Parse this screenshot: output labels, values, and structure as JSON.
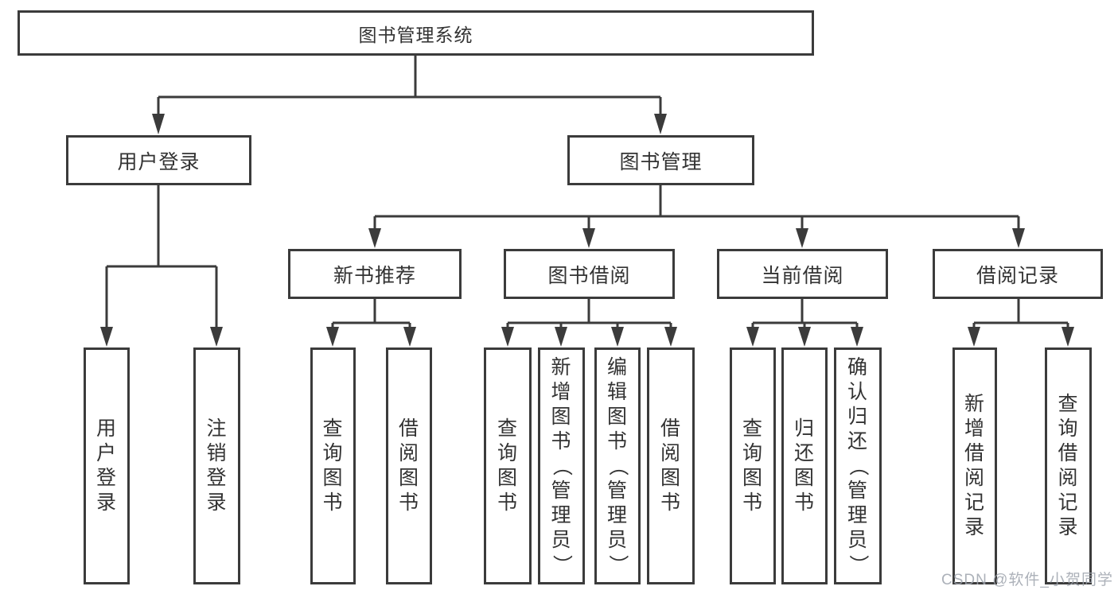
{
  "diagram": {
    "watermark": "CSDN @软件_小贺同学",
    "colors": {
      "line": "#3b3b3b",
      "text": "#333333",
      "box_fill": "#ffffff",
      "watermark_gray": "#9ea3ad"
    },
    "tree": {
      "label": "图书管理系统",
      "children": [
        {
          "label": "用户登录",
          "children": [
            {
              "label": "用户登录"
            },
            {
              "label": "注销登录"
            }
          ]
        },
        {
          "label": "图书管理",
          "children": [
            {
              "label": "新书推荐",
              "children": [
                {
                  "label": "查询图书"
                },
                {
                  "label": "借阅图书"
                }
              ]
            },
            {
              "label": "图书借阅",
              "children": [
                {
                  "label": "查询图书"
                },
                {
                  "label": "新增图书（管理员）"
                },
                {
                  "label": "编辑图书（管理员）"
                },
                {
                  "label": "借阅图书"
                }
              ]
            },
            {
              "label": "当前借阅",
              "children": [
                {
                  "label": "查询图书"
                },
                {
                  "label": "归还图书"
                },
                {
                  "label": "确认归还（管理员）"
                }
              ]
            },
            {
              "label": "借阅记录",
              "children": [
                {
                  "label": "新增借阅记录"
                },
                {
                  "label": "查询借阅记录"
                }
              ]
            }
          ]
        }
      ]
    }
  }
}
